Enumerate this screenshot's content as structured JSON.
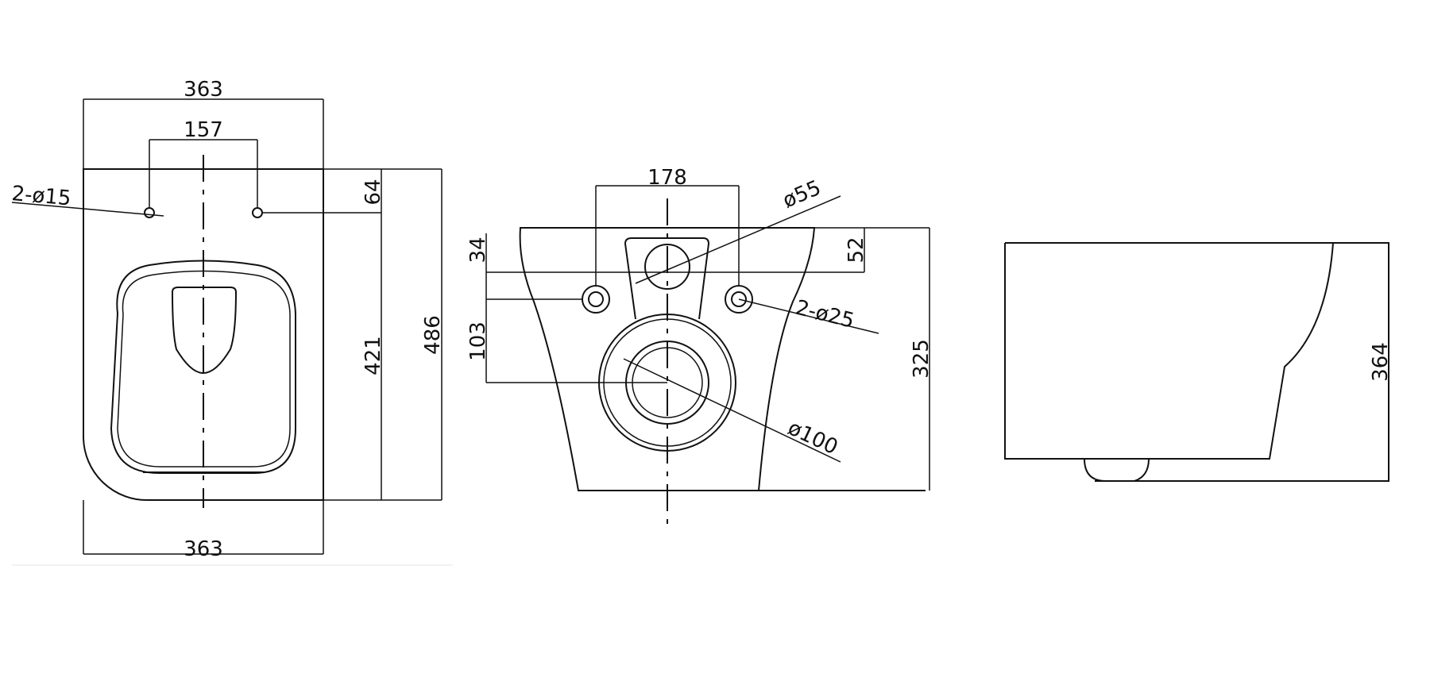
{
  "views": {
    "top": {
      "width_top": "363",
      "hole_spacing": "157",
      "hole_callout": "2-ø15",
      "hole_offset": "64",
      "inner_length": "421",
      "overall_length": "486",
      "width_bottom": "363"
    },
    "rear": {
      "hole_spacing": "178",
      "inlet_diameter": "ø55",
      "top_offset_left": "34",
      "top_offset_right": "52",
      "outlet_height": "103",
      "height": "325",
      "bolt_callout": "2-ø25",
      "outlet_diameter": "ø100"
    },
    "side": {
      "height": "364"
    }
  },
  "colors": {
    "line": "#111111",
    "background": "#ffffff"
  }
}
